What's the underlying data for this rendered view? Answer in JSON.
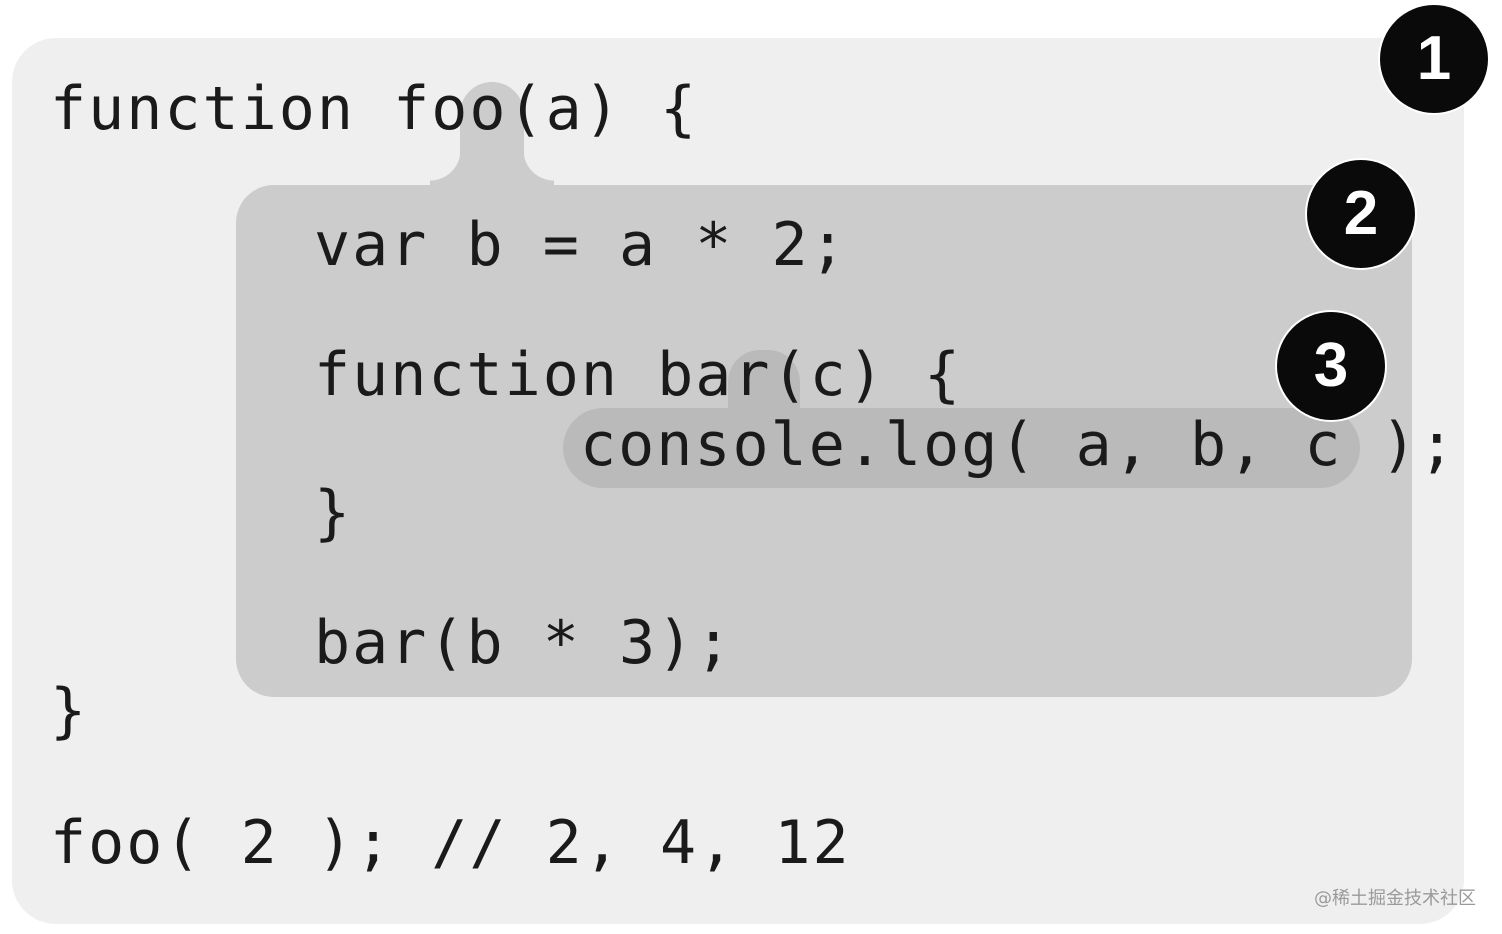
{
  "code": {
    "line1": "function foo(a) {",
    "line2": "var b = a * 2;",
    "line3": "function bar(c) {",
    "line4": "console.log( a, b, c );",
    "line5": "}",
    "line6": "bar(b * 3);",
    "line7": "}",
    "line8": "foo( 2 ); // 2, 4, 12"
  },
  "badges": {
    "b1": "1",
    "b2": "2",
    "b3": "3"
  },
  "watermark": "@稀土掘金技术社区",
  "colors": {
    "scope1": "#efefef",
    "scope2": "#cccccc",
    "scope3": "#bababa",
    "badge": "#0a0a0a"
  }
}
